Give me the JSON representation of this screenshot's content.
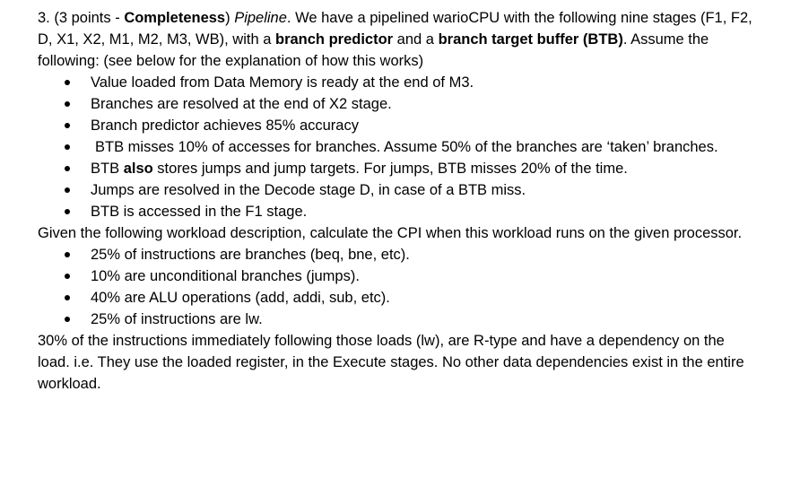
{
  "question": {
    "number": "3.",
    "points_prefix": "(3 points - ",
    "points_bold": "Completeness",
    "points_suffix": ") ",
    "topic": "Pipeline",
    "intro_1": ". We have a pipelined warioCPU with the following nine stages (F1, F2, D, X1, X2, M1, M2, M3, WB), with a ",
    "intro_bold_1": "branch predictor",
    "intro_2": " and a ",
    "intro_bold_2": "branch target buffer (BTB)",
    "intro_3": ". Assume the following: (see below for the explanation of how this works)"
  },
  "assumptions": {
    "item1": "Value loaded from Data Memory is ready at the end of M3.",
    "item2": "Branches are resolved at the end of X2 stage.",
    "item3": "Branch predictor achieves 85% accuracy",
    "item4": "BTB misses 10% of accesses for branches. Assume 50% of the branches are ‘taken’ branches.",
    "item5_pre": "BTB ",
    "item5_bold": "also",
    "item5_post": " stores jumps and jump targets. For jumps, BTB misses 20% of the time.",
    "item6": "Jumps are resolved in the Decode stage D, in case of a BTB miss.",
    "item7": "BTB is accessed in the F1 stage."
  },
  "workload_intro": "Given the following workload description, calculate the CPI when this workload runs on the given processor.",
  "workload": {
    "item1": "25% of instructions are branches (beq, bne, etc).",
    "item2": "10% are unconditional branches (jumps).",
    "item3": "40% are ALU operations (add, addi, sub, etc).",
    "item4": "25% of instructions are lw."
  },
  "closing": "30% of the instructions immediately following those loads (lw), are R-type and have a dependency on the load. i.e. They use the loaded register, in the Execute stages. No other data dependencies exist in the entire workload."
}
